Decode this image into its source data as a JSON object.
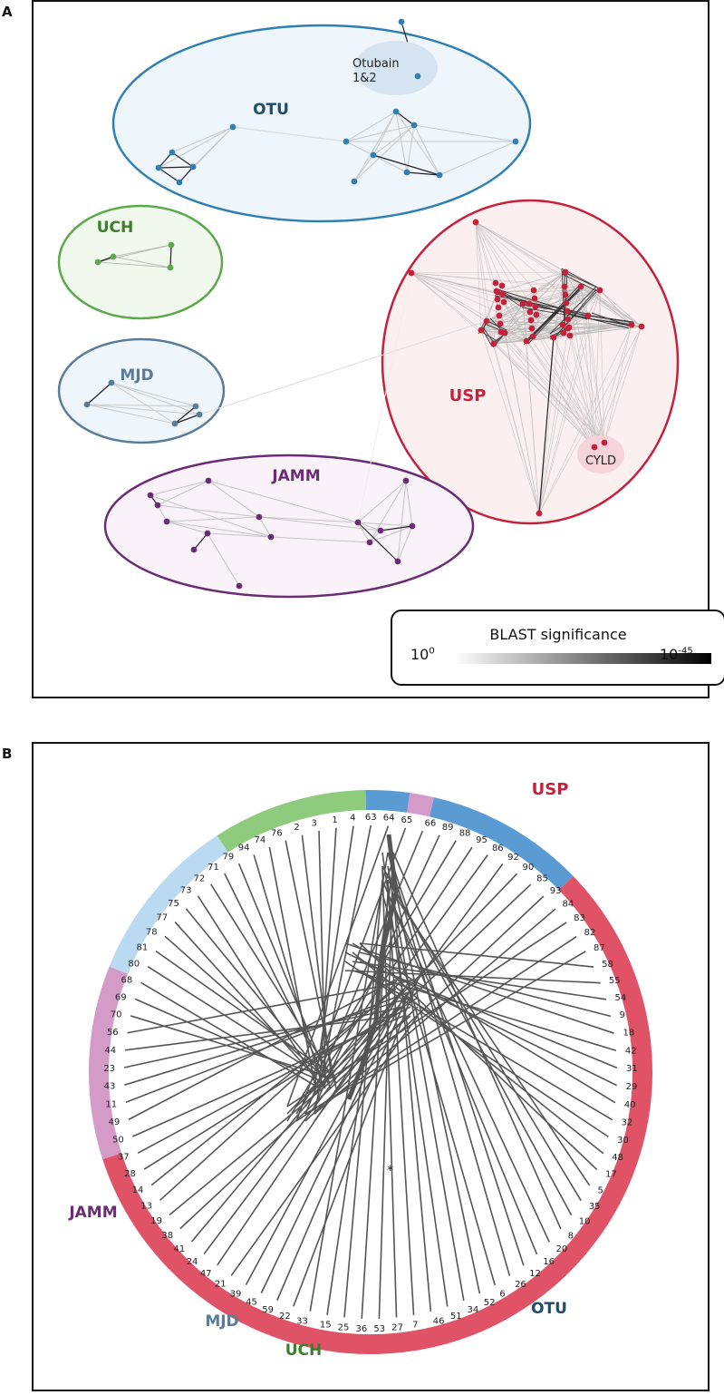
{
  "panel_a": {
    "letter": "A",
    "groups": {
      "otu": {
        "label": "OTU",
        "color": "#2f7fb5",
        "fill": "#eef5fb"
      },
      "uch": {
        "label": "UCH",
        "color": "#5ca94b",
        "fill": "#f1f8ee"
      },
      "mjd": {
        "label": "MJD",
        "color": "#5b7c98",
        "fill": "#eef6fc"
      },
      "usp": {
        "label": "USP",
        "color": "#c6203b",
        "fill": "#fceff0"
      },
      "jamm": {
        "label": "JAMM",
        "color": "#6a2c74",
        "fill": "#faf2f9"
      }
    },
    "subclusters": {
      "otubain_line1": "Otubain",
      "otubain_line2": "1&2",
      "cyld": "CYLD"
    },
    "legend": {
      "title": "BLAST significance",
      "min_base": "10",
      "min_exp": "0",
      "max_base": "10",
      "max_exp": "-45"
    }
  },
  "panel_b": {
    "letter": "B",
    "asterisk": "*",
    "arcs": [
      {
        "label": "USP",
        "color": "#e05266",
        "text_color": "#c6203b"
      },
      {
        "label": "JAMM",
        "color": "#d49ac8",
        "text_color": "#6a2c74"
      },
      {
        "label": "MJD",
        "color": "#b9daf1",
        "text_color": "#5b7c98"
      },
      {
        "label": "UCH",
        "color": "#8ecb7d",
        "text_color": "#3a7f2c"
      },
      {
        "label": "OTU",
        "color": "#5b9bd3",
        "text_color": "#1f4d6e"
      }
    ],
    "leaves": [
      "4",
      "1",
      "3",
      "2",
      "76",
      "74",
      "94",
      "79",
      "71",
      "72",
      "73",
      "75",
      "77",
      "78",
      "81",
      "80",
      "68",
      "69",
      "70",
      "56",
      "44",
      "23",
      "43",
      "11",
      "49",
      "50",
      "37",
      "28",
      "14",
      "13",
      "19",
      "38",
      "41",
      "24",
      "47",
      "21",
      "39",
      "45",
      "59",
      "22",
      "33",
      "15",
      "25",
      "36",
      "53",
      "27",
      "7",
      "46",
      "51",
      "34",
      "52",
      "6",
      "26",
      "12",
      "16",
      "20",
      "8",
      "10",
      "35",
      "5",
      "17",
      "48",
      "30",
      "32",
      "40",
      "29",
      "31",
      "42",
      "18",
      "9",
      "54",
      "55",
      "58",
      "87",
      "82",
      "83",
      "84",
      "93",
      "85",
      "90",
      "92",
      "86",
      "95",
      "88",
      "89",
      "66",
      "65",
      "64",
      "63"
    ]
  }
}
